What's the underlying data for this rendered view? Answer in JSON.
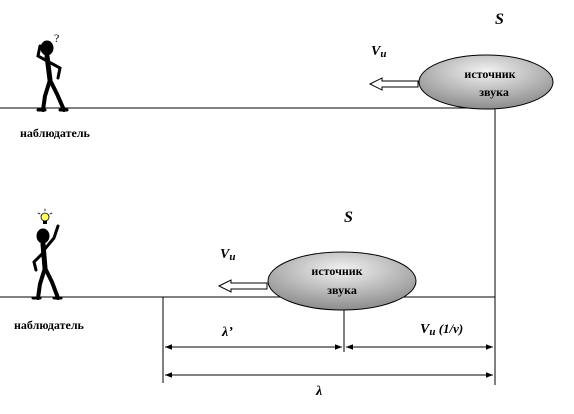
{
  "top": {
    "source_symbol": "S",
    "velocity_main": "V",
    "velocity_sub": "u",
    "source_line1": "источник",
    "source_line2": "звука",
    "observer_label": "наблюдатель",
    "observer_thought": "?"
  },
  "bottom": {
    "source_symbol": "S",
    "velocity_main": "V",
    "velocity_sub": "u",
    "source_line1": "источник",
    "source_line2": "звука",
    "observer_label": "наблюдатель"
  },
  "dimensions": {
    "lambda_prime": "λ’",
    "lambda": "λ",
    "shift_main": "V",
    "shift_sub": "u",
    "shift_tail": " (1/ν)"
  },
  "colors": {
    "ellipse_light": "#f2f2f2",
    "ellipse_dark": "#8c8c8c",
    "lightbulb": "#ffff66"
  }
}
